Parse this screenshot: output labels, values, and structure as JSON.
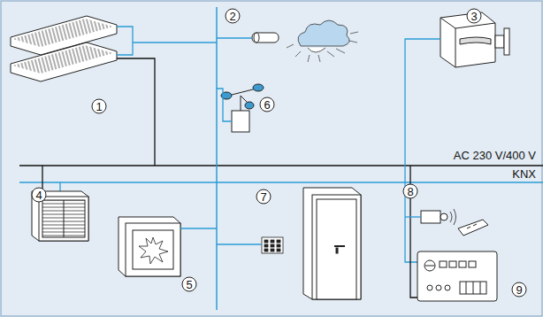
{
  "diagram": {
    "labels": [
      "1",
      "2",
      "3",
      "4",
      "5",
      "6",
      "7",
      "8",
      "9",
      "AC 230 V/400 V",
      "KNX"
    ]
  }
}
